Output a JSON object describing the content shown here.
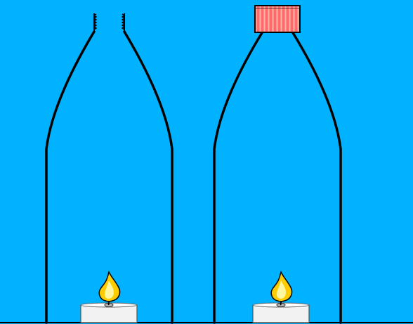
{
  "scene": {
    "background_color": "#00b2ff",
    "outline_color": "#000000",
    "bottles": [
      {
        "id": "open",
        "has_cap": false,
        "neck_state": "open-threaded"
      },
      {
        "id": "capped",
        "has_cap": true,
        "cap_color": "#ff6b6b",
        "cap_stripe_color": "#ffb3a6"
      }
    ],
    "candles": [
      {
        "id": "candle-under-open-bottle",
        "lit": true,
        "flame_outer_color": "#ffcc00",
        "flame_inner_color": "#fff6a0",
        "body_color": "#f2f2f2"
      },
      {
        "id": "candle-under-capped-bottle",
        "lit": true,
        "flame_outer_color": "#ffcc00",
        "flame_inner_color": "#fff6a0",
        "body_color": "#f2f2f2"
      }
    ]
  }
}
